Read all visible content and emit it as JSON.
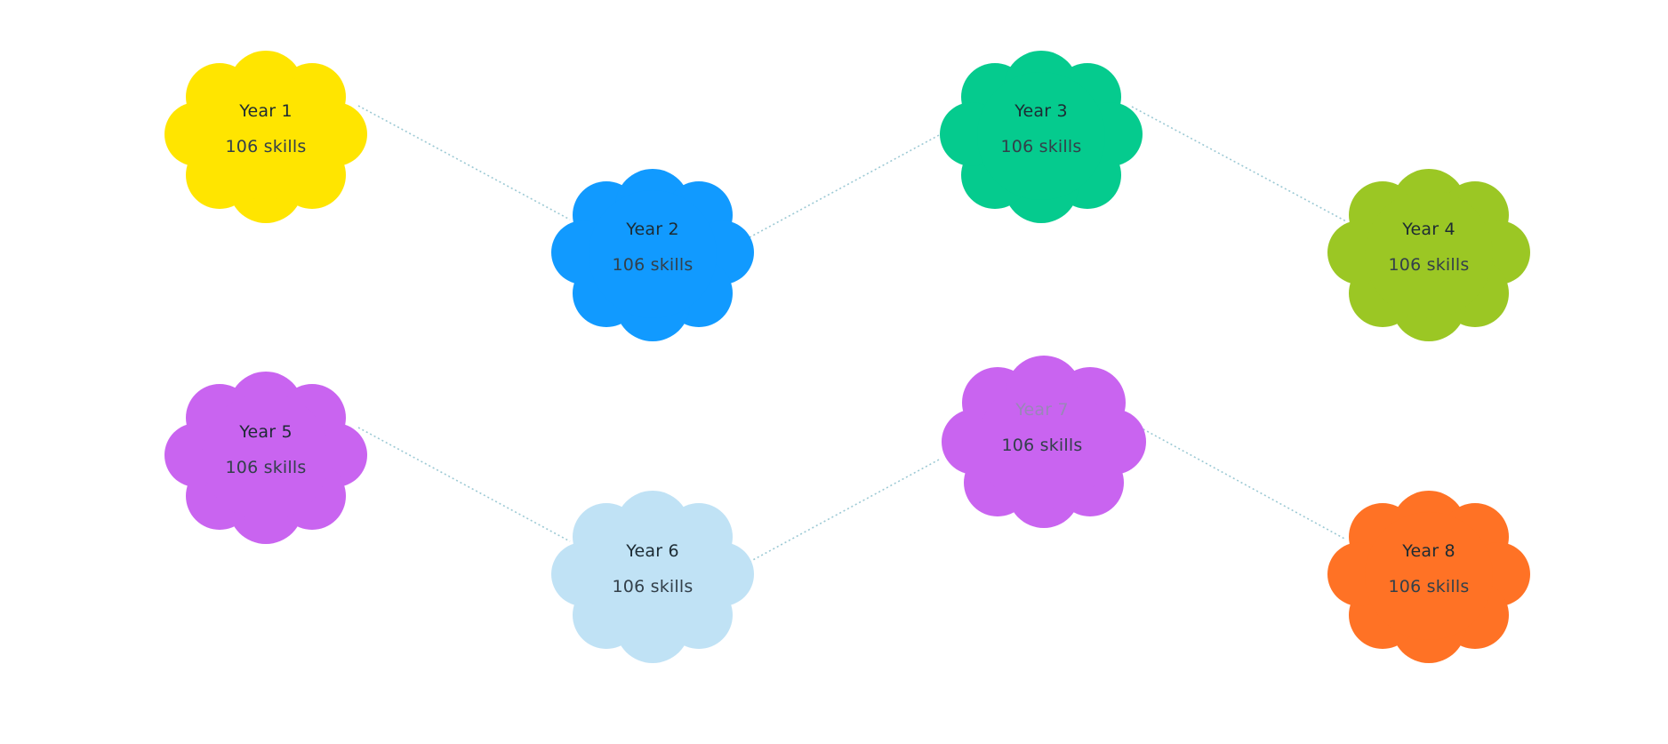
{
  "years": [
    {
      "title": "Year 1",
      "skills": "106 skills",
      "color": "#ffe500"
    },
    {
      "title": "Year 2",
      "skills": "106 skills",
      "color": "#119aff"
    },
    {
      "title": "Year 3",
      "skills": "106 skills",
      "color": "#05cb8e"
    },
    {
      "title": "Year 4",
      "skills": "106 skills",
      "color": "#9bc724"
    },
    {
      "title": "Year 5",
      "skills": "106 skills",
      "color": "#c964f0"
    },
    {
      "title": "Year 6",
      "skills": "106 skills",
      "color": "#c0e2f5"
    },
    {
      "title": "Year 7",
      "skills": "106 skills",
      "color": "#c964f0"
    },
    {
      "title": "Year 8",
      "skills": "106 skills",
      "color": "#ff7225"
    }
  ]
}
